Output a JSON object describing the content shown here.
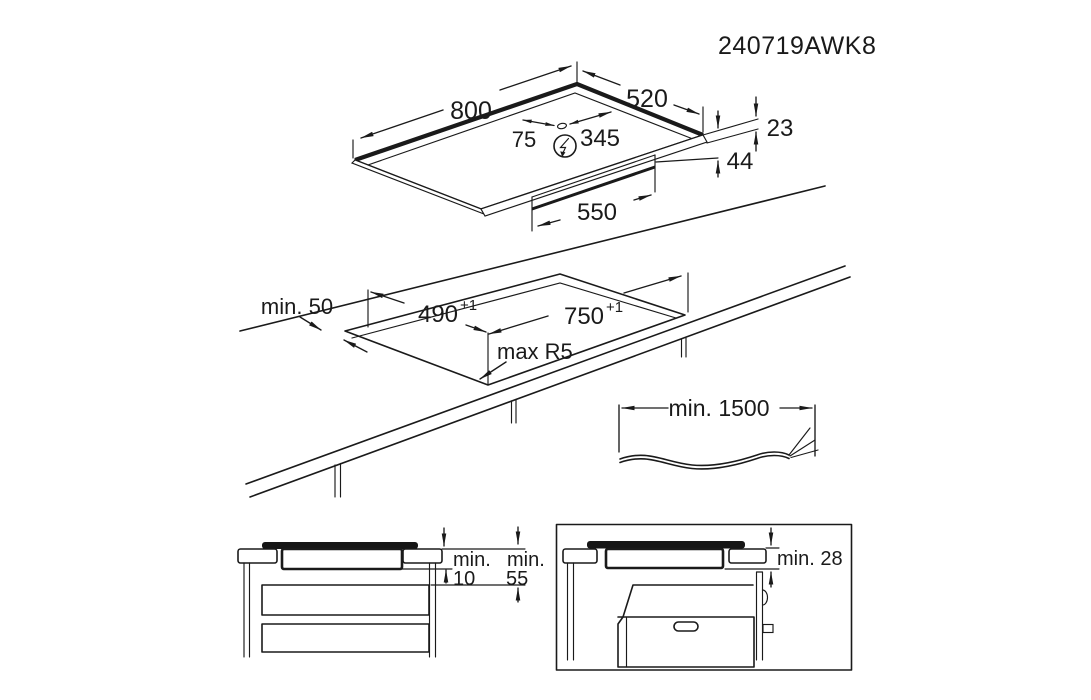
{
  "model_number": "240719AWK8",
  "colors": {
    "line": "#1a1a1a",
    "background": "#ffffff"
  },
  "hob_view": {
    "width": "800",
    "depth": "520",
    "mains_offset_left": "75",
    "mains_offset_right": "345",
    "glass_height": "23",
    "total_height": "44",
    "box_width": "550",
    "power_symbol": "lightning-bolt-in-circle"
  },
  "cutout_view": {
    "rear_clearance": "min. 50",
    "cutout_depth": "490",
    "cutout_depth_tolerance": "+1",
    "cutout_width": "750",
    "cutout_width_tolerance": "+1",
    "corner_radius": "max R5"
  },
  "cable_view": {
    "cable_length": "min. 1500"
  },
  "drawer_view": {
    "min_label_gap": "min.",
    "gap_below_hob": "10",
    "min_label_depth": "min.",
    "depth_to_drawer": "55"
  },
  "oven_view": {
    "clearance_above_oven": "min. 28"
  }
}
